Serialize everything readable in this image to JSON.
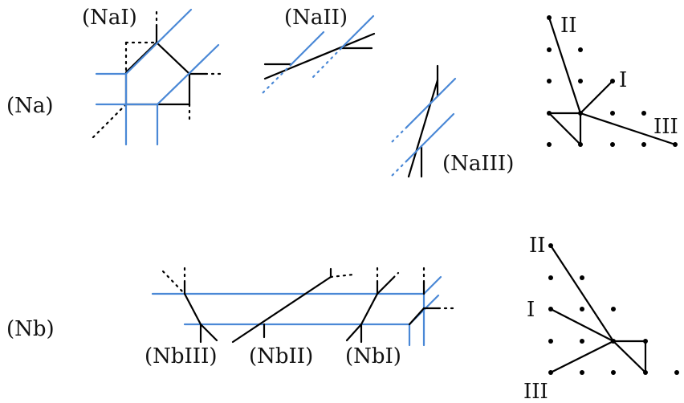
{
  "labels": {
    "na": "(Na)",
    "nb": "(Nb)",
    "na1": "(NaI)",
    "na2": "(NaII)",
    "na3": "(NaIII)",
    "nb1": "(NbI)",
    "nb2": "(NbII)",
    "nb3": "(NbIII)"
  },
  "polygon_a": {
    "I": "I",
    "II": "II",
    "III": "III"
  },
  "polygon_b": {
    "I": "I",
    "II": "II",
    "III": "III"
  },
  "colors": {
    "black_edges": "#000000",
    "blue_edges": "#4a88d6"
  }
}
